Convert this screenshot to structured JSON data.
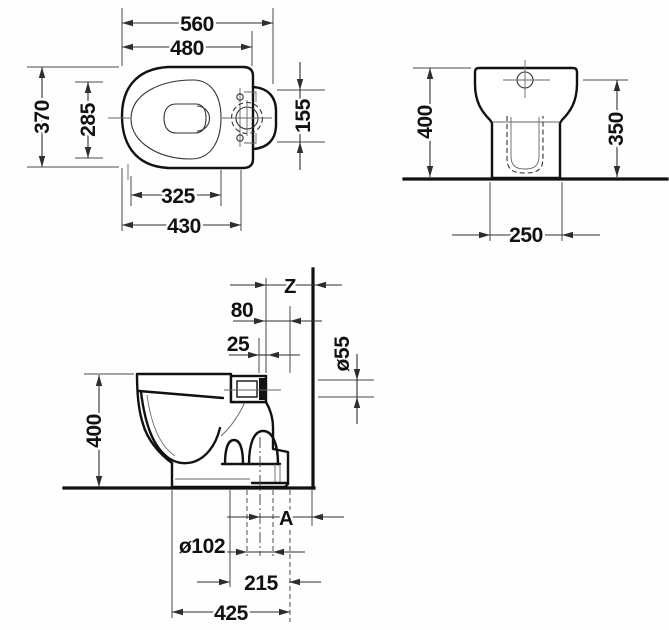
{
  "drawing": {
    "kind": "technical installation drawing, floor-standing toilet, three orthographic views",
    "colors": {
      "object_line": "#111111",
      "dimension_line": "#2e2e2e",
      "background": "#fefefe"
    }
  },
  "plan_view": {
    "overall_width": "560",
    "ceramic_width": "480",
    "overall_depth": "370",
    "seat_opening_depth": "285",
    "rear_section_width": "155",
    "seat_opening_length": "325",
    "ceramic_length": "430"
  },
  "front_view": {
    "height": "400",
    "rear_height": "350",
    "base_width": "250"
  },
  "section_view": {
    "wall_label": "Z",
    "rear_offset": "80",
    "spigot_offset": "25",
    "inlet_spigot_dia": "ø55",
    "height": "400",
    "outlet_label": "A",
    "outlet_dia": "ø102",
    "outlet_distance": "215",
    "front_distance": "425"
  }
}
